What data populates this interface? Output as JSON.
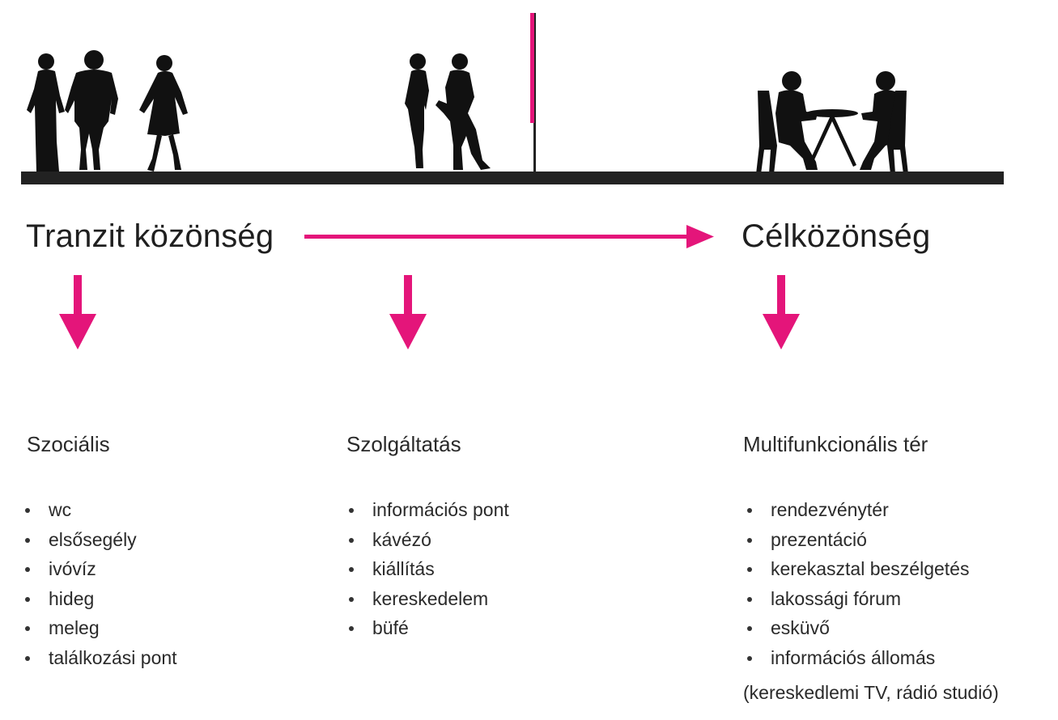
{
  "colors": {
    "accent": "#e4157a",
    "ground": "#222222",
    "silhouette": "#111111"
  },
  "headings": {
    "left": "Tranzit közönség",
    "right": "Célközönség"
  },
  "icons": {
    "scene": [
      "walking-couple-silhouette",
      "walking-girl-silhouette",
      "standing-women-silhouette",
      "signpost-icon",
      "cafe-table-silhouette"
    ],
    "arrows": [
      "right-arrow-icon",
      "down-arrow-icon"
    ]
  },
  "columns": [
    {
      "title": "Szociális",
      "items": [
        "wc",
        "elsősegély",
        "ivóvíz",
        "hideg",
        "meleg",
        "találkozási pont"
      ]
    },
    {
      "title": "Szolgáltatás",
      "items": [
        "információs pont",
        "kávézó",
        "kiállítás",
        "kereskedelem",
        "büfé"
      ]
    },
    {
      "title": "Multifunkcionális tér",
      "items": [
        "rendezvénytér",
        "prezentáció",
        "kerekasztal beszélgetés",
        "lakossági fórum",
        "esküvő",
        "információs állomás"
      ],
      "note": "(kereskedlemi TV, rádió studió)"
    }
  ]
}
